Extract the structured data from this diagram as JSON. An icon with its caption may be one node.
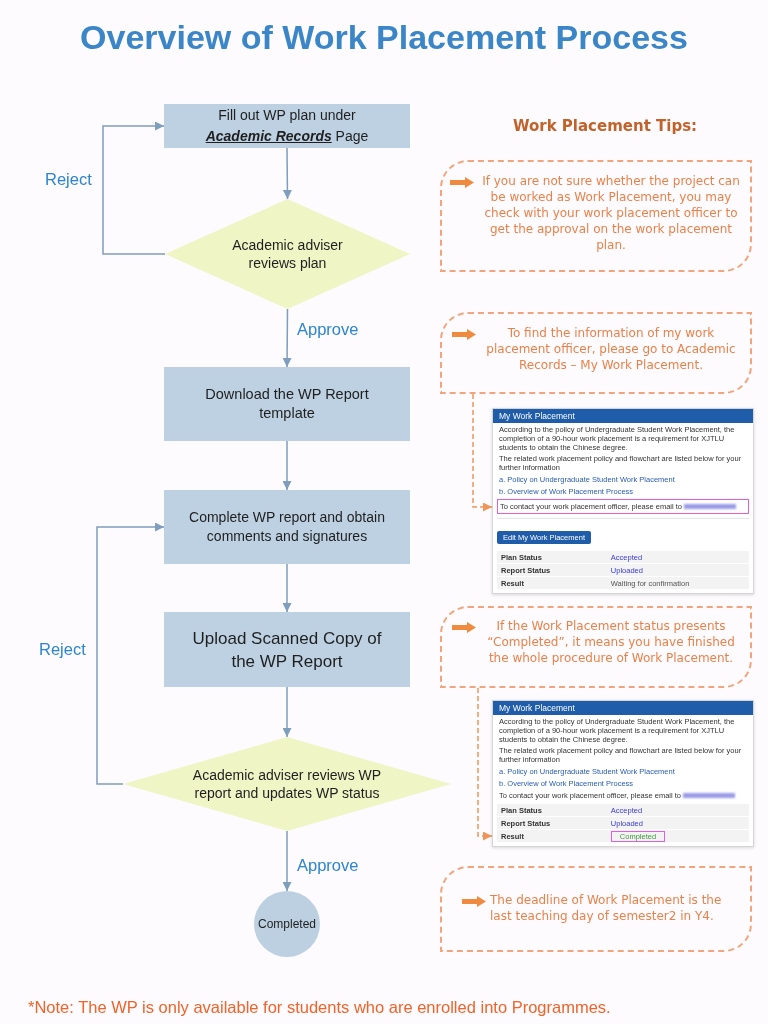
{
  "diagram": {
    "title": "Overview of Work Placement Process",
    "nodes": [
      {
        "text": [
          "Fill out WP plan under **Academic Records** Page"
        ]
      },
      {
        "text": [
          "Academic adviser reviews plan"
        ]
      },
      {
        "text": [
          "Download the WP Report template"
        ]
      },
      {
        "text": [
          "Complete WP report and obtain comments and signatures"
        ]
      },
      {
        "text": [
          "Upload Scanned Copy of the WP Report"
        ]
      },
      {
        "text": [
          "Academic adviser reviews WP report and updates WP status"
        ]
      },
      {
        "text": [
          "Completed"
        ]
      },
      {
        "text": [
          "If you are not sure whether the project can be worked as Work Placement, you may check with your work placement officer to get the approval on the work placement plan."
        ]
      },
      {
        "text": [
          "To find the information of my work placement officer, please go to Academic Records – My Work Placement."
        ]
      },
      {
        "text": [
          "My Work Placement",
          "According to the policy of Undergraduate Student Work Placement, the completion of a 90-hour work placement is a requirement for XJTLU students to obtain the Chinese degree.",
          "The related work placement policy and flowchart are listed below for your further information",
          "a. Policy on Undergraduate Student Work Placement",
          "b. Overview of Work Placement Process",
          "To contact your work placement officer, please email to",
          "Edit My Work Placement",
          "Plan Status",
          "Accepted",
          "Report Status",
          "Uploaded",
          "Result",
          "Waiting for confirmation"
        ]
      },
      {
        "text": [
          "If the Work Placement status presents “Completed”, it means you have finished the whole procedure of Work Placement."
        ]
      },
      {
        "text": [
          "My Work Placement",
          "According to the policy of Undergraduate Student Work Placement, the completion of a 90-hour work placement is a requirement for XJTLU students to obtain the Chinese degree.",
          "The related work placement policy and flowchart are listed below for your further information",
          "a. Policy on Undergraduate Student Work Placement",
          "b. Overview of Work Placement Process",
          "To contact your work placement officer, please email to",
          "Plan Status",
          "Accepted",
          "Report Status",
          "Uploaded",
          "Result",
          "Completed"
        ]
      },
      {
        "text": [
          "The deadline of Work Placement is the last teaching day of semester2 in Y4."
        ]
      }
    ],
    "edges": [
      {
        "from": 0,
        "to": 1,
        "arrow": "to"
      },
      {
        "from": 1,
        "to": 0,
        "arrow": "to",
        "label": "Reject"
      },
      {
        "from": 1,
        "to": 2,
        "arrow": "to",
        "label": "Approve"
      },
      {
        "from": 2,
        "to": 3,
        "arrow": "to"
      },
      {
        "from": 3,
        "to": 4,
        "arrow": "to"
      },
      {
        "from": 4,
        "to": 5,
        "arrow": "to"
      },
      {
        "from": 5,
        "to": 3,
        "arrow": "to",
        "label": "Reject"
      },
      {
        "from": 5,
        "to": 6,
        "arrow": "to",
        "label": "Approve"
      },
      {
        "from": 8,
        "to": 9,
        "arrow": "to",
        "style": "dashed",
        "color": "#f0955a"
      },
      {
        "from": 10,
        "to": 11,
        "arrow": "to",
        "style": "dashed",
        "color": "#f0955a"
      }
    ],
    "labels": [
      "Work Placement Tips:",
      "*Note: The WP is only available for students who are enrolled into Programmes."
    ]
  }
}
